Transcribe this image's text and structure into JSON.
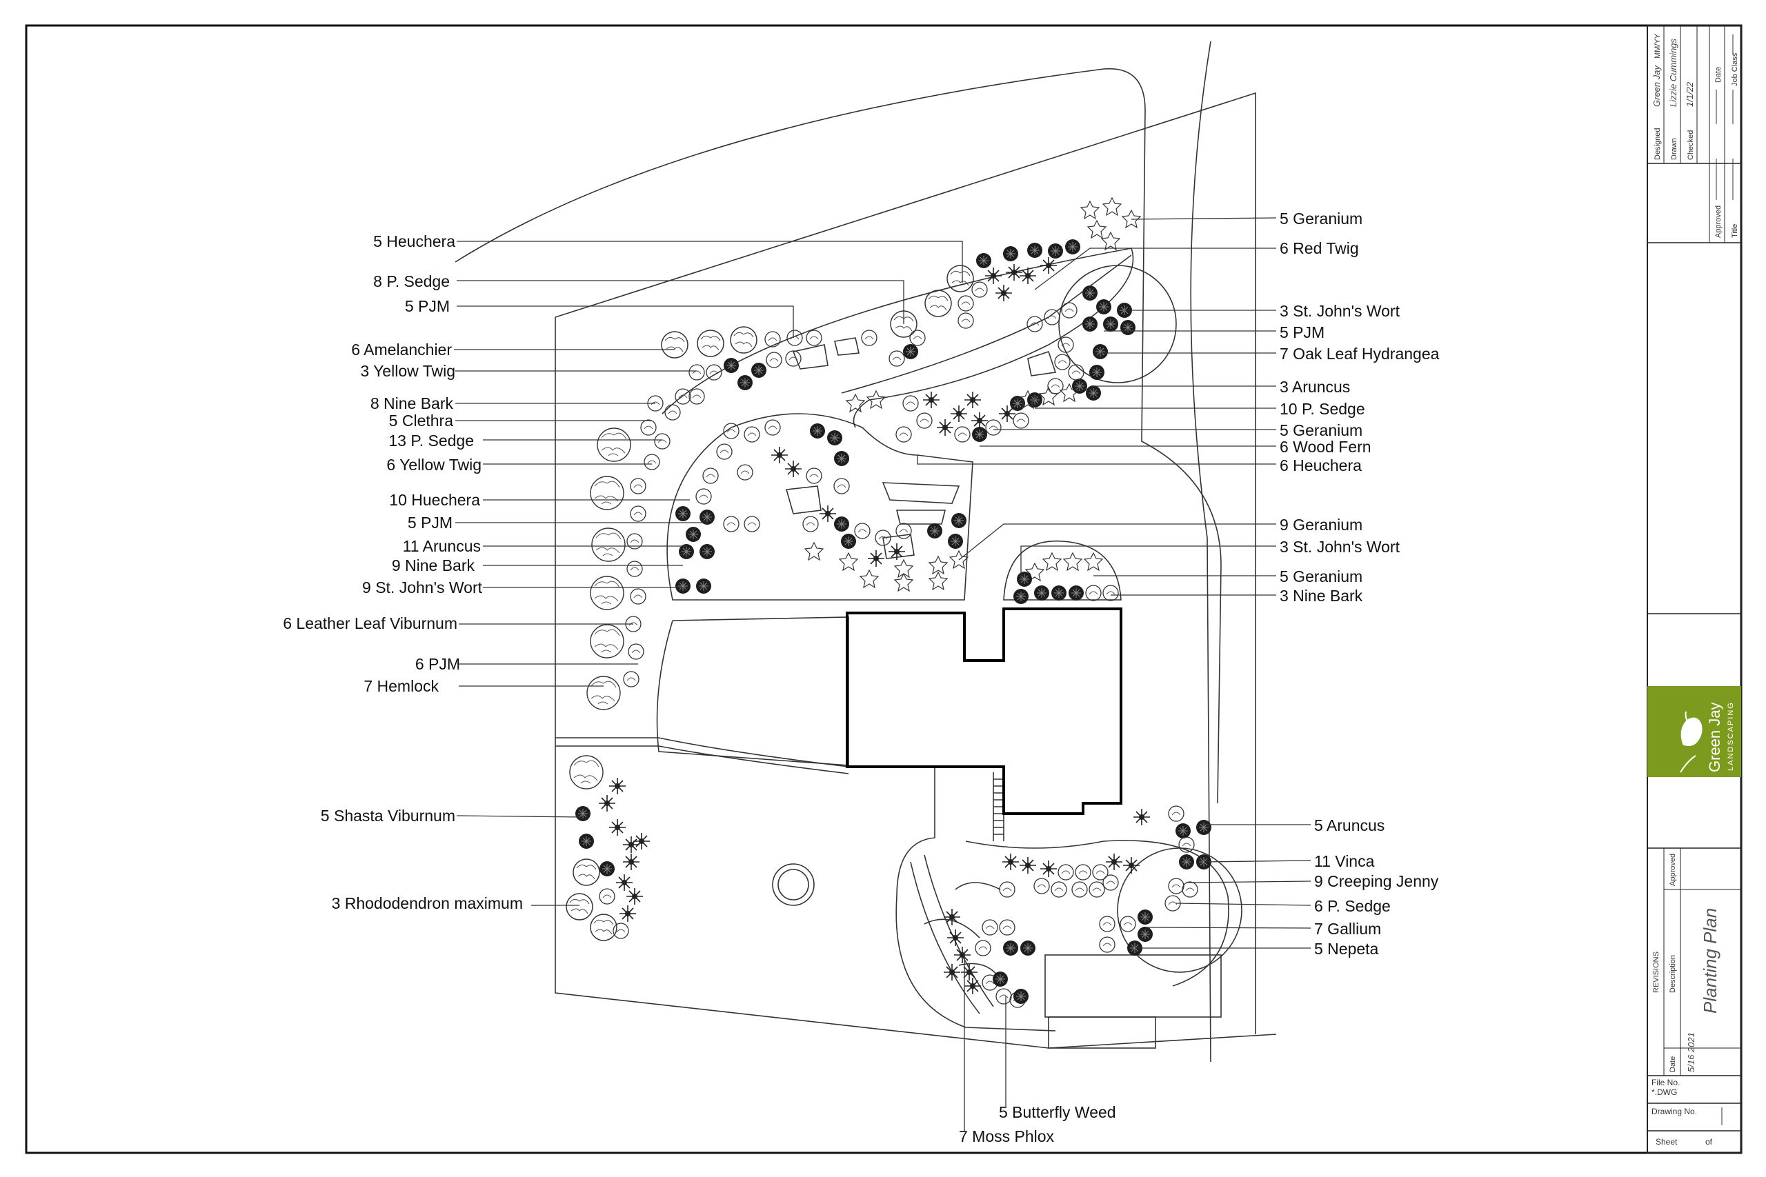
{
  "labels_left": [
    "5 Heuchera",
    "8 P. Sedge",
    "5 PJM",
    "6 Amelanchier",
    "3 Yellow Twig",
    "8 Nine Bark",
    "5 Clethra",
    "13 P. Sedge",
    "6 Yellow Twig",
    "10 Huechera",
    "5 PJM",
    "11 Aruncus",
    "9 Nine Bark",
    "9 St. John's Wort",
    "6 Leather Leaf Viburnum",
    "6 PJM",
    "7 Hemlock",
    "5 Shasta Viburnum",
    "3 Rhododendron maximum"
  ],
  "labels_right": [
    "5 Geranium",
    "6 Red Twig",
    "3 St. John's Wort",
    "5 PJM",
    "7 Oak Leaf Hydrangea",
    "3 Aruncus",
    "10 P. Sedge",
    "5 Geranium",
    "6 Wood Fern",
    "6 Heuchera",
    "9 Geranium",
    "3 St. John's Wort",
    "5 Geranium",
    "3 Nine Bark",
    "5 Aruncus",
    "11 Vinca",
    "9 Creeping Jenny",
    "6 P. Sedge",
    "7 Gallium",
    "5 Nepeta"
  ],
  "labels_bottom": [
    "5 Butterfly Weed",
    "7 Moss Phlox"
  ],
  "title_block": {
    "designed_label": "Designed",
    "drawn_label": "Drawn",
    "checked_label": "Checked",
    "designed_value": "Green Jay",
    "drawn_value": "Lizzie Cummings",
    "checked_value": "1/1/22",
    "date_header": "MM/YY",
    "approved_label": "Approved",
    "title_label": "Title",
    "date_label": "Date",
    "job_class_label": "Job Class",
    "logo_name": "Green Jay",
    "logo_sub": "LANDSCAPING",
    "revisions_label": "REVISIONS",
    "description_label": "Description",
    "rev_date_label": "Date",
    "rev_approved_label": "Approved",
    "rev_description_value": "Planting Plan",
    "rev_date_value": "5/16 2021",
    "file_no_label": "File No.",
    "file_no_value": "*.DWG",
    "drawing_no_label": "Drawing No.",
    "sheet_label": "Sheet",
    "of_label": "of",
    "brand_color": "#7c9a1e"
  }
}
